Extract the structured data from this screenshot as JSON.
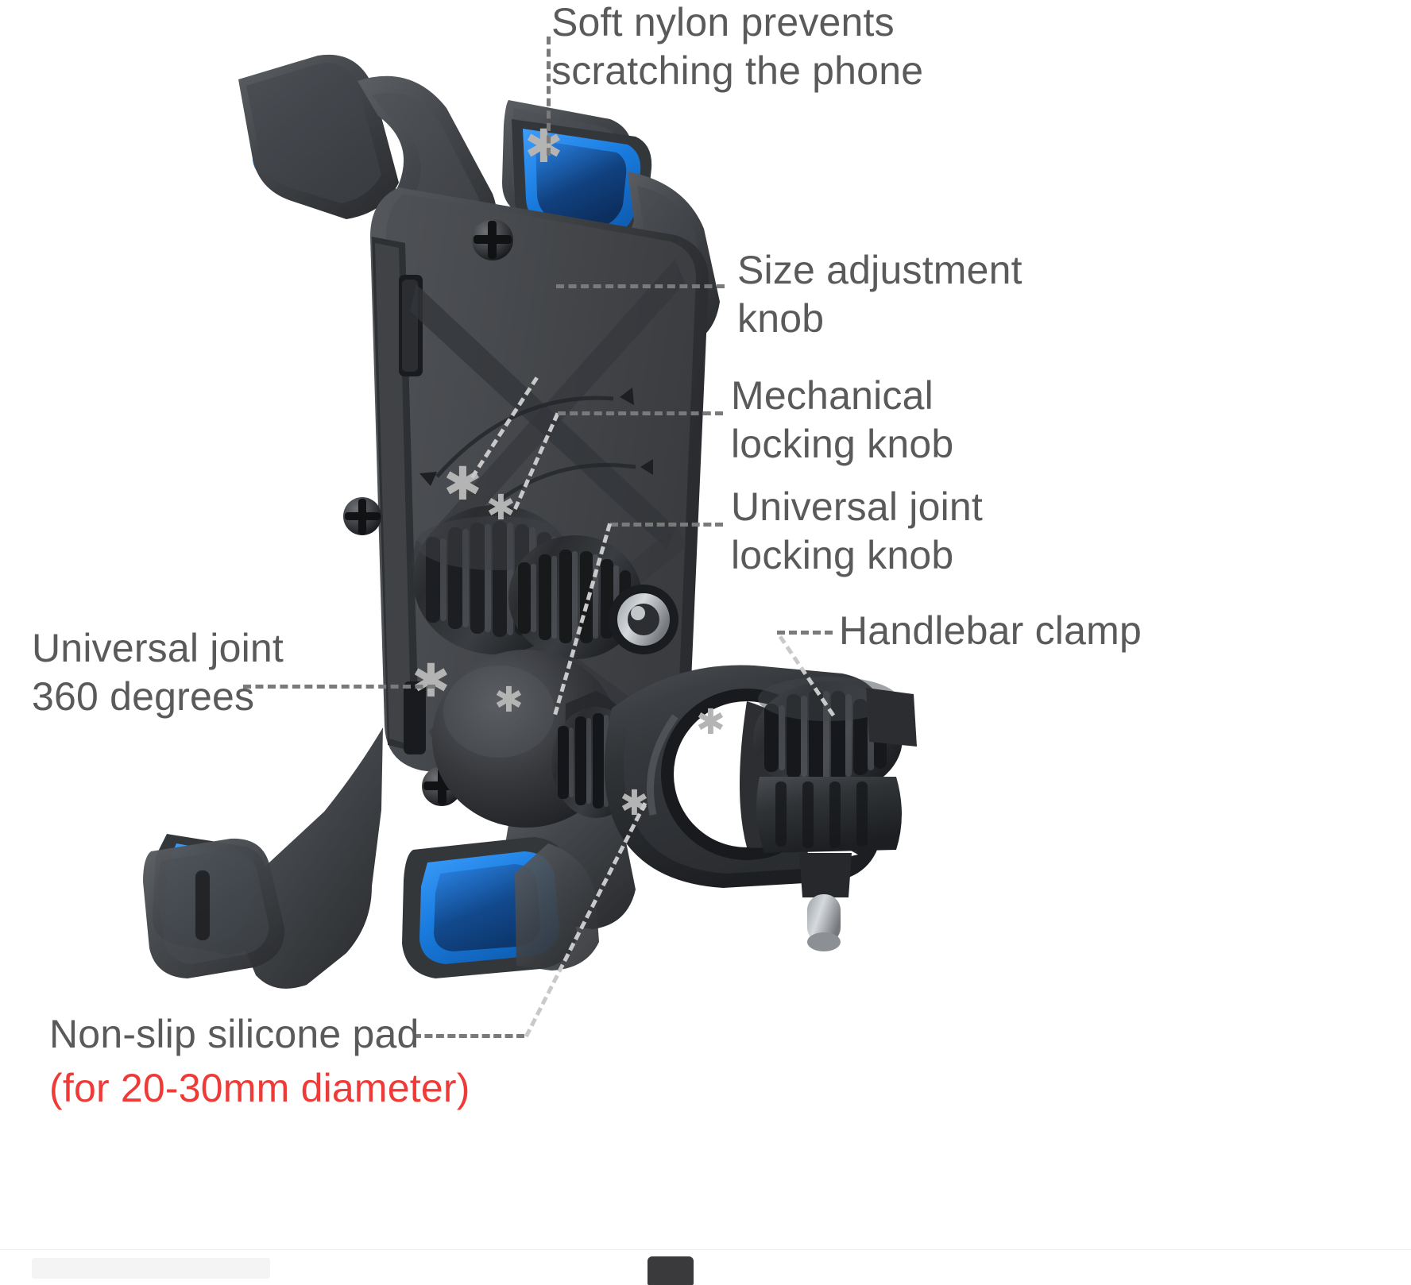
{
  "image": {
    "subject": "Bicycle / motorcycle phone holder mount",
    "background_color": "#ffffff",
    "label_color": "#5a5a5a",
    "accent_red": "#ef3b38",
    "product_body_color": "#3b3d40",
    "product_pad_color": "#1e7fe0",
    "leader_line_color": "#7a7a7a"
  },
  "callouts": [
    {
      "id": "soft-nylon",
      "line1": "Soft nylon prevents",
      "line2": "scratching the phone",
      "color": "#5a5a5a"
    },
    {
      "id": "size-adjustment-knob",
      "line1": "Size adjustment",
      "line2": "knob",
      "color": "#5a5a5a"
    },
    {
      "id": "mechanical-locking-knob",
      "line1": "Mechanical",
      "line2": "locking knob",
      "color": "#5a5a5a"
    },
    {
      "id": "universal-joint-locking-knob",
      "line1": "Universal joint",
      "line2": "locking knob",
      "color": "#5a5a5a"
    },
    {
      "id": "handlebar-clamp",
      "line1": "Handlebar clamp",
      "line2": "",
      "color": "#5a5a5a"
    },
    {
      "id": "universal-joint-360",
      "line1": "Universal joint",
      "line2": "360 degrees",
      "color": "#5a5a5a"
    },
    {
      "id": "non-slip-silicone-pad",
      "line1": "Non-slip silicone pad",
      "line2": "(for 20-30mm diameter)",
      "color": "#5a5a5a",
      "line2_color": "#ef3b38"
    }
  ],
  "markers": {
    "glyph": "✳",
    "name": "asterisk-marker",
    "count": 8
  }
}
